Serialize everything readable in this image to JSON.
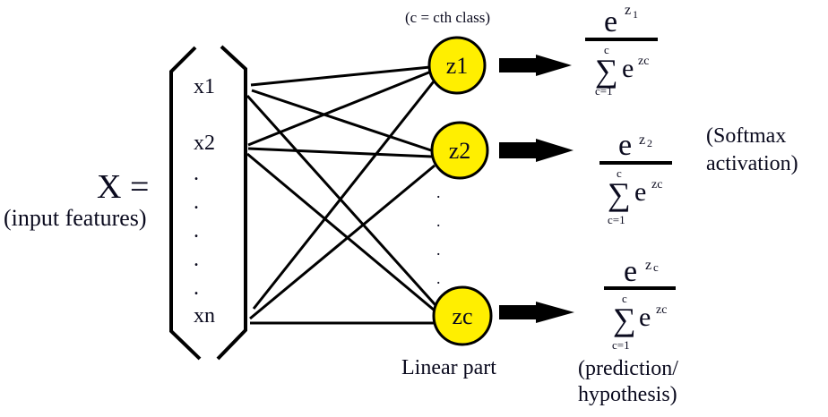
{
  "title": "Softmax regression diagram",
  "input_vector": {
    "lhs_label": "X =",
    "caption": "(input features)",
    "entries": [
      "x1",
      "x2",
      ".",
      ".",
      ".",
      ".",
      ".",
      "xn"
    ]
  },
  "nodes": {
    "note": "(c = cth class)",
    "items": [
      {
        "id": "z1",
        "label": "z1"
      },
      {
        "id": "z2",
        "label": "z2"
      },
      {
        "id": "zc",
        "label": "zc"
      }
    ],
    "ellipsis": [
      ".",
      ".",
      ".",
      "."
    ],
    "caption": "Linear part",
    "fill_color": "#ffef00"
  },
  "edges": [
    {
      "from": "x1",
      "to": "z1"
    },
    {
      "from": "x1",
      "to": "z2"
    },
    {
      "from": "x1",
      "to": "zc"
    },
    {
      "from": "x2",
      "to": "z1"
    },
    {
      "from": "x2",
      "to": "z2"
    },
    {
      "from": "x2",
      "to": "zc"
    },
    {
      "from": "xn",
      "to": "z1"
    },
    {
      "from": "xn",
      "to": "z2"
    },
    {
      "from": "xn",
      "to": "zc"
    }
  ],
  "softmax": {
    "activation_label_line1": "(Softmax",
    "activation_label_line2": "activation)",
    "output_label_line1": "(prediction/",
    "output_label_line2": "hypothesis)",
    "fractions": [
      {
        "num_base": "e",
        "num_exp": "z",
        "num_sub": "1",
        "sum_symbol": "∑",
        "sum_upper": "c",
        "sum_lower": "c=1",
        "den_base": "e",
        "den_exp": "zc"
      },
      {
        "num_base": "e",
        "num_exp": "z",
        "num_sub": "2",
        "sum_symbol": "∑",
        "sum_upper": "c",
        "sum_lower": "c=1",
        "den_base": "e",
        "den_exp": "zc"
      },
      {
        "num_base": "e",
        "num_exp": "z",
        "num_sub": "c",
        "sum_symbol": "∑",
        "sum_upper": "c",
        "sum_lower": "c=1",
        "den_base": "e",
        "den_exp": "zc"
      }
    ]
  }
}
